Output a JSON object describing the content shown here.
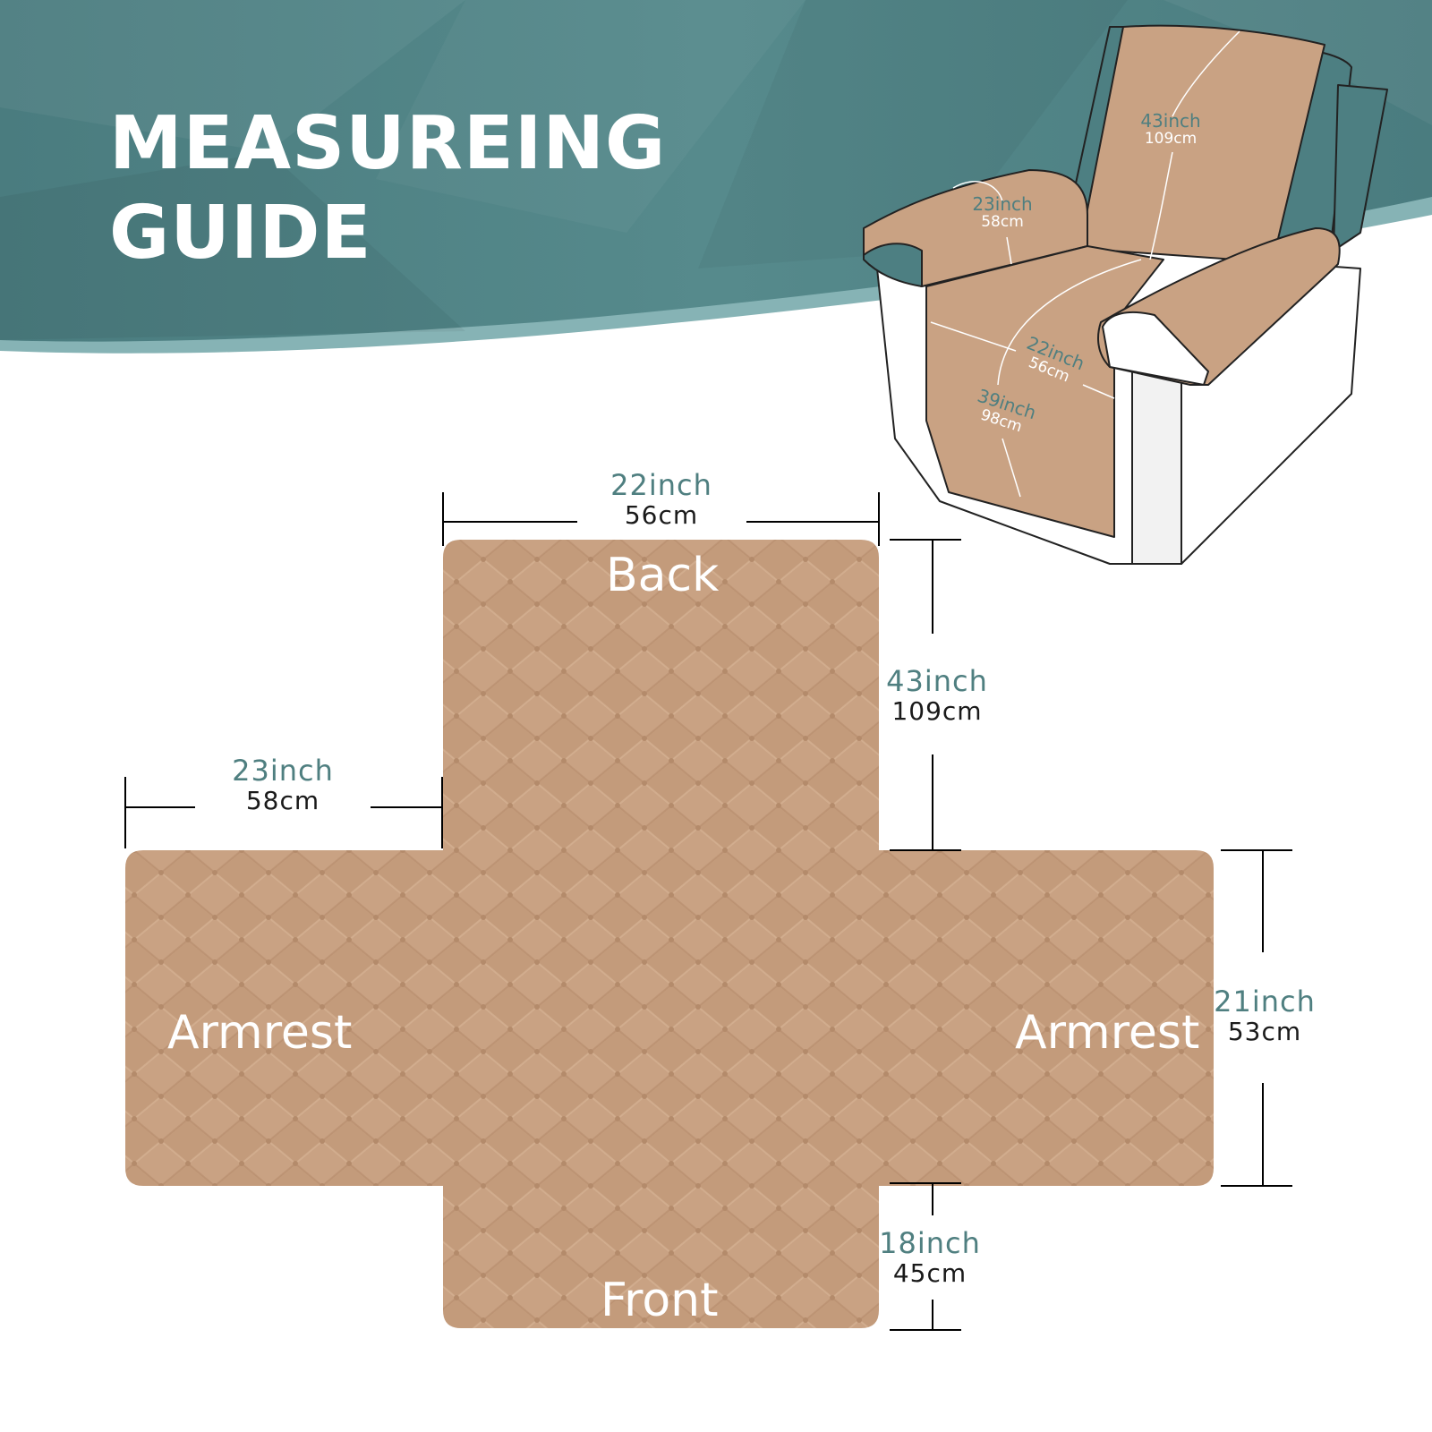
{
  "header": {
    "title_line1": "MEASUREING",
    "title_line2": "GUIDE",
    "banner_color": "#4d7f82",
    "banner_edge_color": "#86b3b5"
  },
  "colors": {
    "fabric": "#c9a283",
    "fabric_dark": "#b8906f",
    "dimension_inch_text": "#4f7f80",
    "dimension_cm_text": "#1a1a1a",
    "line": "#000000"
  },
  "recliner": {
    "icon": "recliner-chair-illustration",
    "dims": [
      {
        "id": "back_height",
        "inch": "43inch",
        "cm": "109cm"
      },
      {
        "id": "armrest_length",
        "inch": "23inch",
        "cm": "58cm"
      },
      {
        "id": "seat_width",
        "inch": "22inch",
        "cm": "56cm"
      },
      {
        "id": "seat_length",
        "inch": "39inch",
        "cm": "98cm"
      }
    ]
  },
  "layout": {
    "panels": {
      "back": "Back",
      "armrest_left": "Armrest",
      "armrest_right": "Armrest",
      "front": "Front"
    },
    "dims": {
      "top_width": {
        "inch": "22inch",
        "cm": "56cm"
      },
      "back_height": {
        "inch": "43inch",
        "cm": "109cm"
      },
      "armrest_width": {
        "inch": "23inch",
        "cm": "58cm"
      },
      "seat_depth": {
        "inch": "21inch",
        "cm": "53cm"
      },
      "front_height": {
        "inch": "18inch",
        "cm": "45cm"
      }
    }
  }
}
